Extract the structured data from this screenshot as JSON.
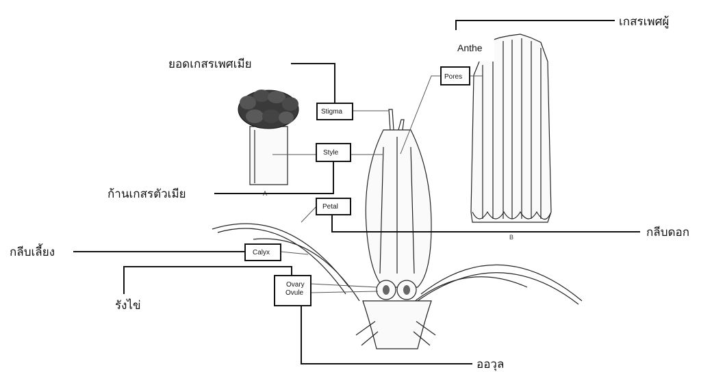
{
  "labels_thai": {
    "stigma": "ยอดเกสรเพศเมีย",
    "style": "ก้านเกสรตัวเมีย",
    "stamen": "เกสรเพศผู้",
    "petal": "กลีบดอก",
    "calyx": "กลีบเลี้ยง",
    "ovary": "รังไข่",
    "ovule": "ออวุล"
  },
  "labels_en": {
    "stigma": "Stigma",
    "style": "Style",
    "pores": "Pores",
    "petal": "Petal",
    "calyx": "Calyx",
    "ovary": "Ovary",
    "ovule": "Ovule",
    "anther": "Anthe"
  },
  "figure_letters": {
    "a": "A",
    "b": "B"
  }
}
